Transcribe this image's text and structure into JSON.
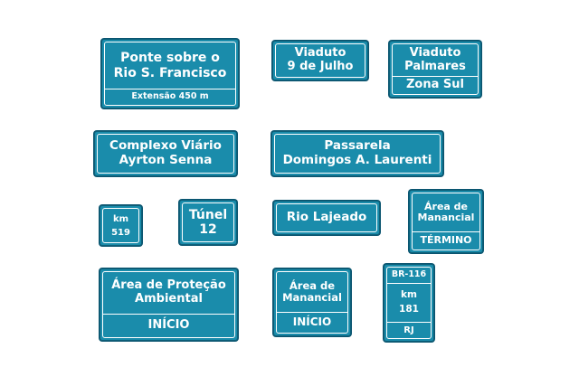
{
  "signs": {
    "ponte": {
      "lines": [
        "Ponte sobre o",
        "Rio S. Francisco"
      ],
      "sub": "Extensão 450 m"
    },
    "viaduto9": {
      "lines": [
        "Viaduto",
        "9 de Julho"
      ]
    },
    "viadutoPalmares": {
      "lines": [
        "Viaduto",
        "Palmares"
      ],
      "sub": "Zona Sul"
    },
    "complexo": {
      "lines": [
        "Complexo Viário",
        "Ayrton Senna"
      ]
    },
    "passarela": {
      "lines": [
        "Passarela",
        "Domingos A. Laurenti"
      ]
    },
    "km519": {
      "lines": [
        "km",
        "519"
      ]
    },
    "tunel": {
      "lines": [
        "Túnel",
        "12"
      ]
    },
    "rioLajeado": {
      "lines": [
        "Rio Lajeado"
      ]
    },
    "manancialTermino": {
      "lines": [
        "Área de",
        "Manancial"
      ],
      "sub": "TÉRMINO"
    },
    "protecaoInicio": {
      "lines": [
        "Área de Proteção",
        "Ambiental"
      ],
      "sub": "INÍCIO"
    },
    "manancialInicio": {
      "lines": [
        "Área de",
        "Manancial"
      ],
      "sub": "INÍCIO"
    },
    "br116": {
      "top": "BR-116",
      "lines": [
        "km",
        "181"
      ],
      "sub": "RJ"
    }
  },
  "colors": {
    "sign_blue": "#1a8cab",
    "border_white": "#ffffff"
  }
}
